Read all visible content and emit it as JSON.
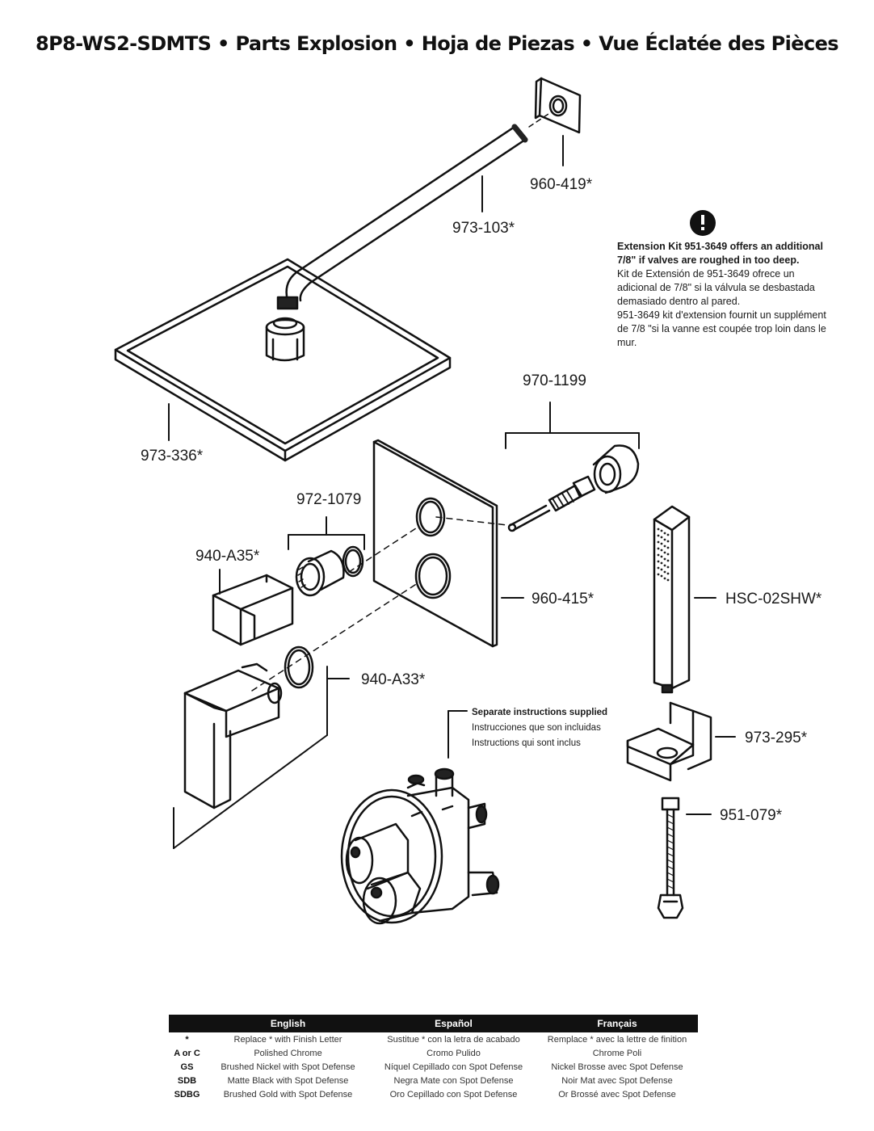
{
  "title": "8P8-WS2-SDMTS  •  Parts Explosion  •  Hoja de Piezas  •  Vue Éclatée des Pièces",
  "parts": {
    "flange": "960-419*",
    "arm": "973-103*",
    "showerhead": "973-336*",
    "kit_1199": "970-1199",
    "kit_1079": "972-1079",
    "holder_knob": "940-A35*",
    "trim_plate": "960-415*",
    "hand_shower": "HSC-02SHW*",
    "handle": "940-A33*",
    "wall_bracket": "973-295*",
    "hose": "951-079*"
  },
  "note": {
    "bold": "Extension Kit 951-3649 offers an additional 7/8\" if valves are roughed in too deep.",
    "es": "Kit de Extensión de 951-3649 ofrece un adicional de 7/8\" si la válvula se desbastada demasiado dentro al pared.",
    "fr": "951-3649 kit d'extension fournit un supplément de 7/8 \"si la vanne est coupée trop loin dans le mur."
  },
  "separate": {
    "en": "Separate instructions supplied",
    "es": "Instrucciones que son incluidas",
    "fr": "Instructions qui sont inclus"
  },
  "legend": {
    "headers": [
      "English",
      "Español",
      "Français"
    ],
    "rows": [
      {
        "code": "*",
        "en": "Replace * with Finish Letter",
        "es": "Sustitue * con la letra de acabado",
        "fr": "Remplace * avec la lettre de finition"
      },
      {
        "code": "A or C",
        "en": "Polished Chrome",
        "es": "Cromo Pulido",
        "fr": "Chrome Poli"
      },
      {
        "code": "GS",
        "en": "Brushed Nickel with Spot Defense",
        "es": "Níquel Cepillado con Spot Defense",
        "fr": "Nickel Brosse avec Spot Defense"
      },
      {
        "code": "SDB",
        "en": "Matte Black with Spot Defense",
        "es": "Negra Mate con Spot Defense",
        "fr": "Noir Mat avec Spot Defense"
      },
      {
        "code": "SDBG",
        "en": "Brushed Gold with Spot Defense",
        "es": "Oro Cepillado con Spot Defense",
        "fr": "Or Brossé avec Spot Defense"
      }
    ]
  }
}
